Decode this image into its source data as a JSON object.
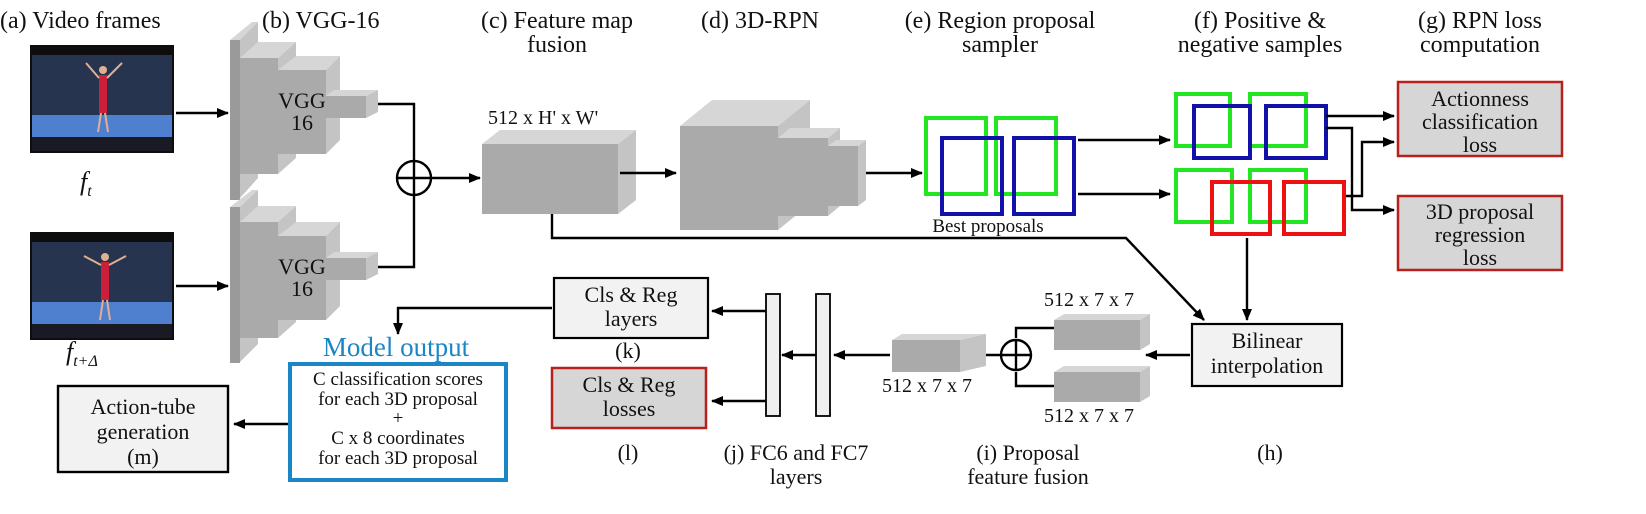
{
  "headers": {
    "a": "(a) Video frames",
    "b": "(b) VGG-16",
    "c1": "(c) Feature map",
    "c2": "fusion",
    "d": "(d) 3D-RPN",
    "e1": "(e) Region  proposal",
    "e2": "sampler",
    "f1": "(f) Positive &",
    "f2": "negative samples",
    "g1": "(g) RPN loss",
    "g2": "computation"
  },
  "frames": {
    "ft": "f",
    "ft_sub": "t",
    "ftd": "f",
    "ftd_sub": "t+Δ"
  },
  "vgg": {
    "top1": "VGG",
    "top2": "16",
    "bot1": "VGG",
    "bot2": "16"
  },
  "dims": {
    "fusion": "512 x  H' x W'",
    "pf_top": "512 x  7 x 7",
    "pf_bottom": "512 x  7 x 7",
    "pf_fused": "512 x  7 x 7"
  },
  "best_proposals": "Best proposals",
  "losses": {
    "actionness1": "Actionness",
    "actionness2": "classification",
    "actionness3": "loss",
    "reg1": "3D proposal",
    "reg2": "regression",
    "reg3": "loss"
  },
  "bilinear1": "Bilinear",
  "bilinear2": "interpolation",
  "h": "(h)",
  "i1": "(i) Proposal",
  "i2": "feature fusion",
  "j1": "(j) FC6 and FC7",
  "j2": "layers",
  "k": "(k)",
  "l": "(l)",
  "cls_layers1": "Cls & Reg",
  "cls_layers2": "layers",
  "cls_losses1": "Cls & Reg",
  "cls_losses2": "losses",
  "model_output": {
    "title": "Model output",
    "line1": "C classification scores",
    "line2": "for each 3D proposal",
    "line3": "+",
    "line4": "C x 8 coordinates",
    "line5": "for each 3D proposal"
  },
  "action_tube1": "Action-tube",
  "action_tube2": "generation",
  "action_tube3": "(m)",
  "colors": {
    "positive": "#22e622",
    "negative": "#ee1111",
    "proposal": "#1111aa",
    "loss_border": "#b8211b",
    "model_output": "#1a86c6"
  }
}
